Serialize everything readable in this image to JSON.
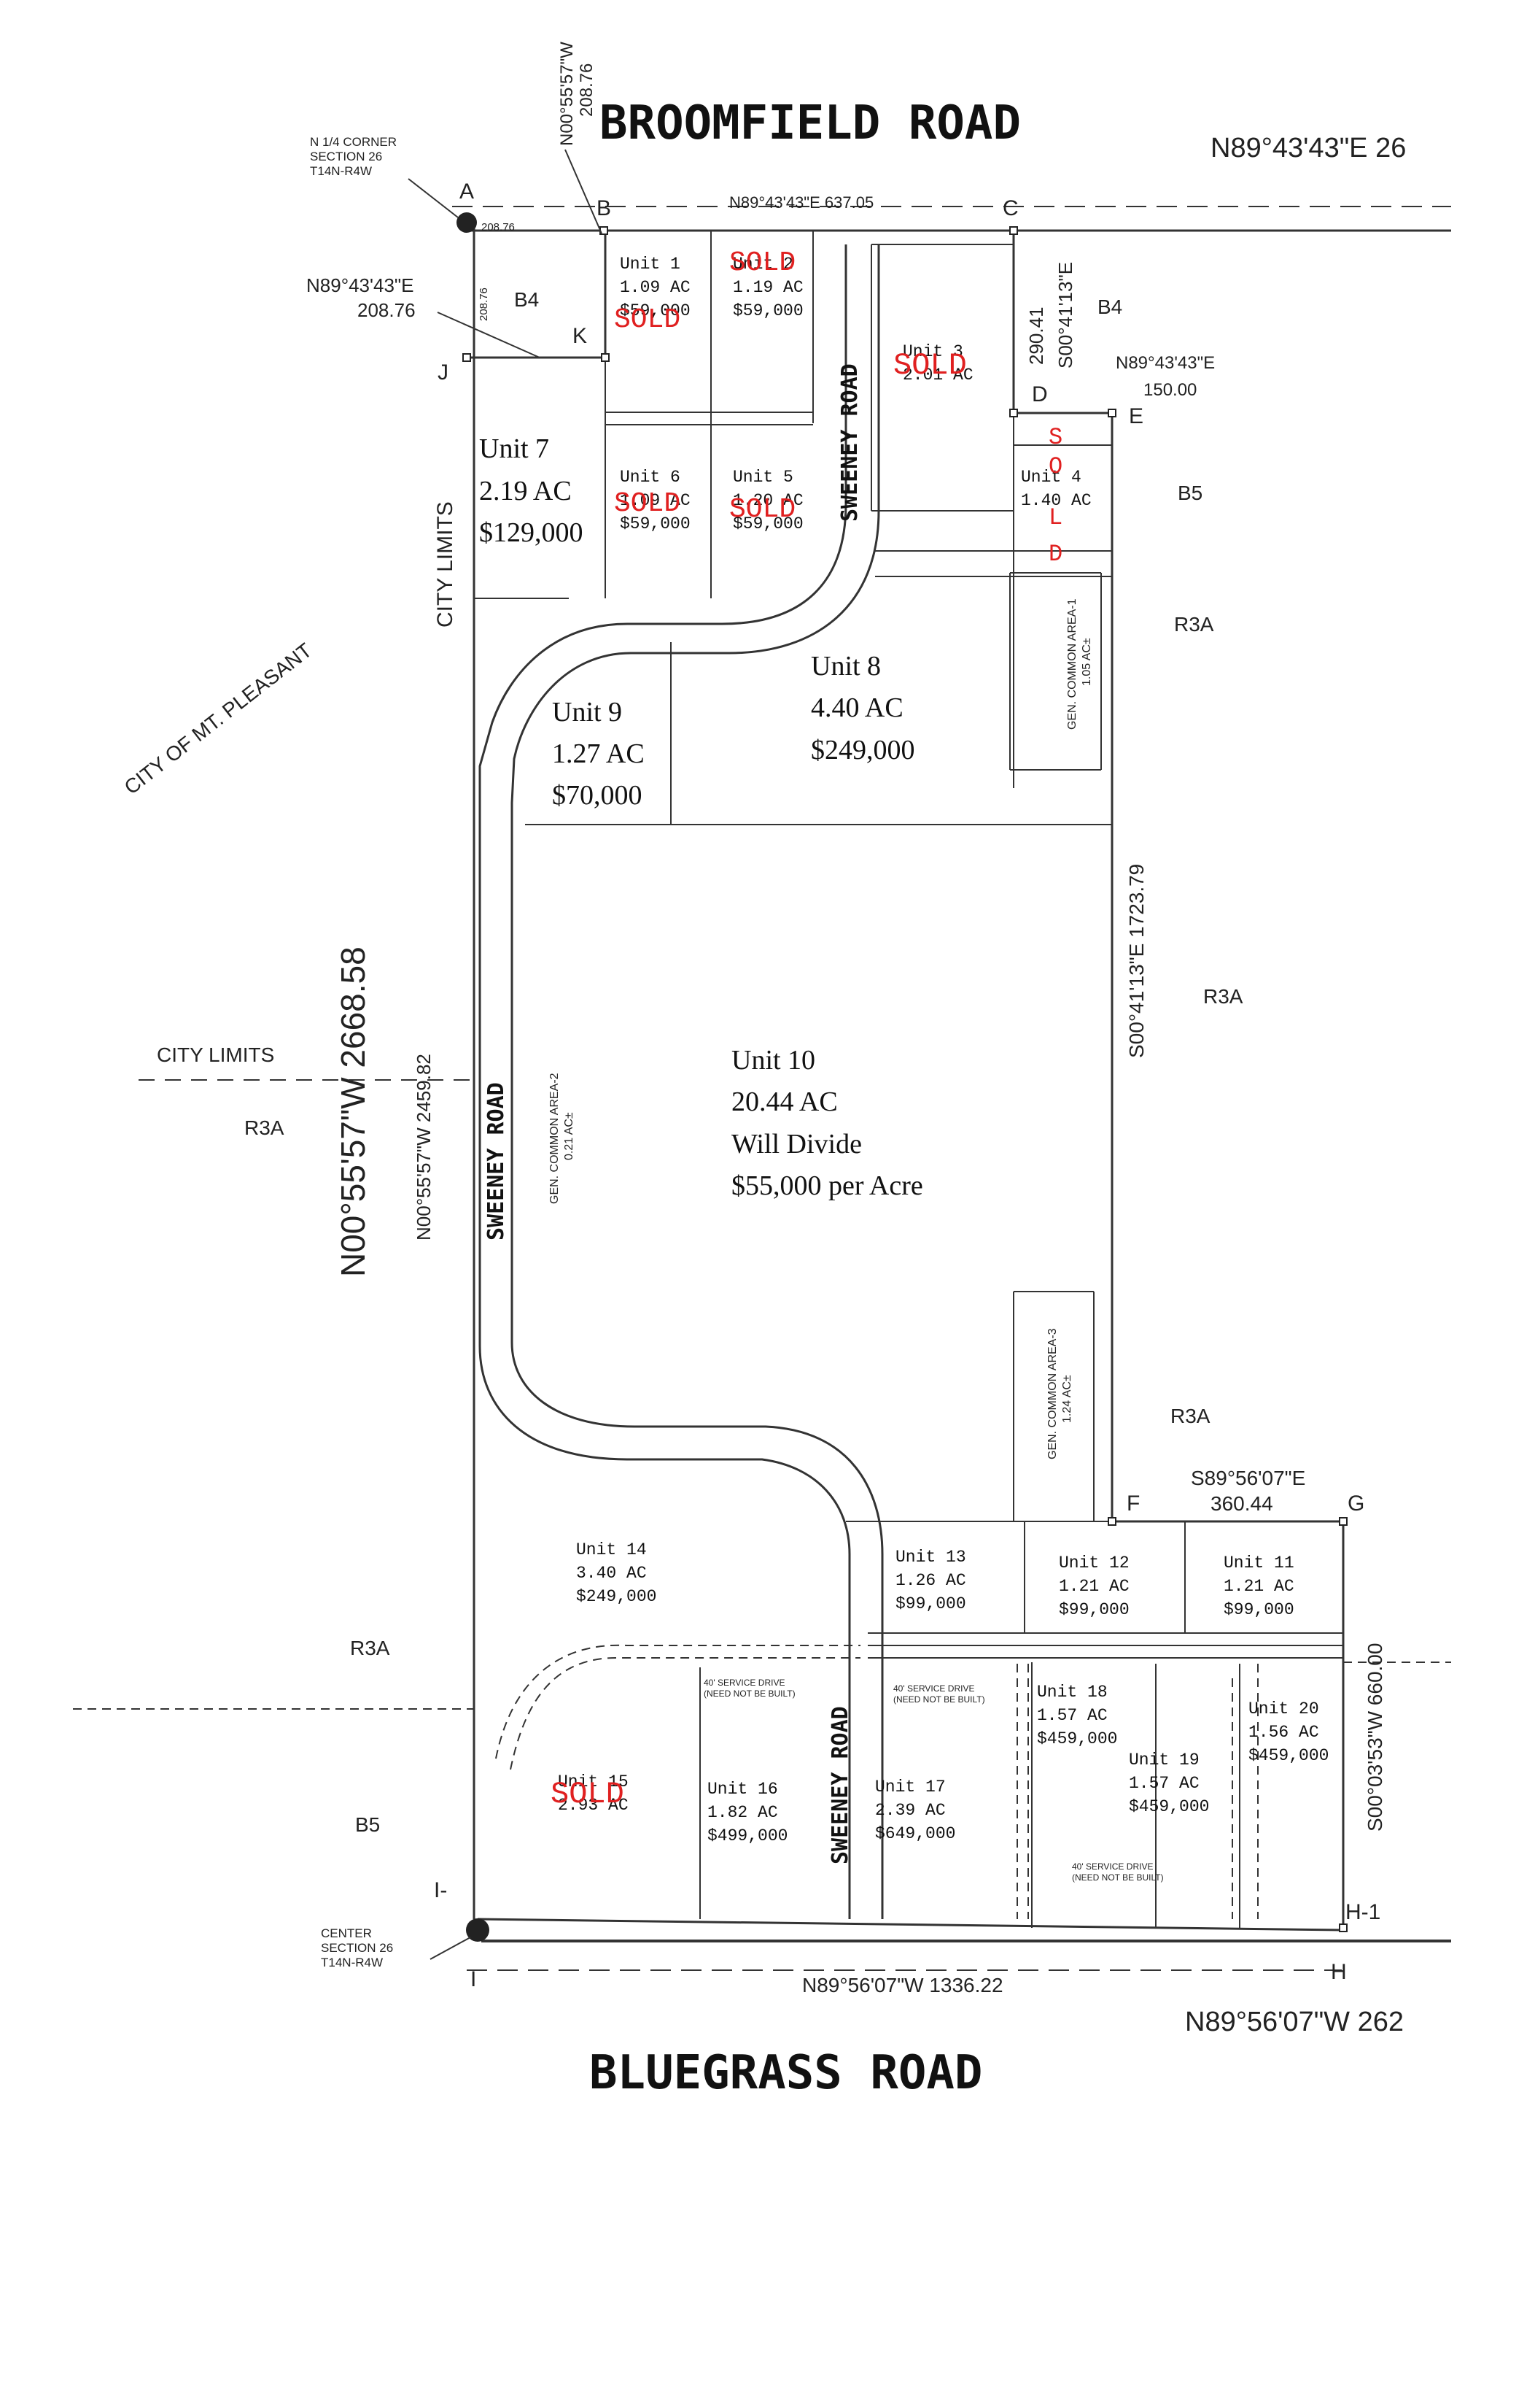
{
  "roads": {
    "north": "BROOMFIELD ROAD",
    "south": "BLUEGRASS ROAD",
    "sweeney": "SWEENEY ROAD"
  },
  "corners": {
    "a": "A",
    "b": "B",
    "c": "C",
    "d": "D",
    "e": "E",
    "f": "F",
    "g": "G",
    "h": "H",
    "h1": "H-1",
    "i": "I",
    "i_dash": "I-",
    "j": "J",
    "k": "K"
  },
  "survey_notes": {
    "quarter_corner": [
      "N 1/4 CORNER",
      "SECTION 26",
      "T14N-R4W"
    ],
    "center_section": [
      "CENTER",
      "SECTION 26",
      "T14N-R4W"
    ],
    "top_bearing": "N89°43'43\"E 26",
    "top_line": "N89°43'43\"E 637.05",
    "nw_bearing": "N89°43'43\"E",
    "nw_distance": "208.76",
    "bk_distance": "208.76",
    "top_call_vertical": [
      "N00°55'57\"W",
      "208.76"
    ],
    "jk_short": "208.76",
    "de_bearing": "N89°43'43\"E",
    "de_distance": "150.00",
    "cd_distance": "290.41",
    "cd_bearing": "S00°41'13\"E",
    "east_line": "S00°41'13\"E 1723.79",
    "west_long": "N00°55'57\"W 2668.58",
    "west_short": "N00°55'57\"W 2459.82",
    "fg_bearing": "S89°56'07\"E",
    "fg_distance": "360.44",
    "east_south": "S00°03'53\"W 660.00",
    "south_line": "N89°56'07\"W 1336.22",
    "bottom_bearing": "N89°56'07\"W 262"
  },
  "zoning": {
    "b4": "B4",
    "b5": "B5",
    "r3a": "R3A"
  },
  "jurisdiction": {
    "city_limits": "CITY LIMITS",
    "city_name": "CITY OF MT. PLEASANT"
  },
  "common_areas": {
    "a1": [
      "GEN. COMMON AREA-1",
      "1.05 AC±"
    ],
    "a2": [
      "GEN. COMMON AREA-2",
      "0.21 AC±"
    ],
    "a3": [
      "GEN. COMMON AREA-3",
      "1.24 AC±"
    ]
  },
  "service_drive": [
    "40' SERVICE DRIVE",
    "(NEED NOT BE BUILT)"
  ],
  "units": [
    {
      "id": "Unit 1",
      "acres": "1.09 AC",
      "price": "$59,000",
      "status": "SOLD"
    },
    {
      "id": "Unit 2",
      "acres": "1.19 AC",
      "price": "$59,000",
      "status": "SOLD"
    },
    {
      "id": "Unit 3",
      "acres": "2.01 AC",
      "price": "",
      "status": "SOLD"
    },
    {
      "id": "Unit 4",
      "acres": "1.40 AC",
      "price": "",
      "status": "SOLD"
    },
    {
      "id": "Unit 5",
      "acres": "1.20 AC",
      "price": "$59,000",
      "status": "SOLD"
    },
    {
      "id": "Unit 6",
      "acres": "1.09 AC",
      "price": "$59,000",
      "status": "SOLD"
    },
    {
      "id": "Unit 7",
      "acres": "2.19 AC",
      "price": "$129,000",
      "status": ""
    },
    {
      "id": "Unit 8",
      "acres": "4.40 AC",
      "price": "$249,000",
      "status": ""
    },
    {
      "id": "Unit 9",
      "acres": "1.27 AC",
      "price": "$70,000",
      "status": ""
    },
    {
      "id": "Unit 10",
      "acres": "20.44 AC",
      "note": "Will Divide",
      "price": "$55,000 per Acre",
      "status": ""
    },
    {
      "id": "Unit 11",
      "acres": "1.21 AC",
      "price": "$99,000",
      "status": ""
    },
    {
      "id": "Unit 12",
      "acres": "1.21 AC",
      "price": "$99,000",
      "status": ""
    },
    {
      "id": "Unit 13",
      "acres": "1.26 AC",
      "price": "$99,000",
      "status": ""
    },
    {
      "id": "Unit 14",
      "acres": "3.40 AC",
      "price": "$249,000",
      "status": ""
    },
    {
      "id": "Unit 15",
      "acres": "2.93 AC",
      "price": "",
      "status": "SOLD"
    },
    {
      "id": "Unit 16",
      "acres": "1.82 AC",
      "price": "$499,000",
      "status": ""
    },
    {
      "id": "Unit 17",
      "acres": "2.39 AC",
      "price": "$649,000",
      "status": ""
    },
    {
      "id": "Unit 18",
      "acres": "1.57 AC",
      "price": "$459,000",
      "status": ""
    },
    {
      "id": "Unit 19",
      "acres": "1.57 AC",
      "price": "$459,000",
      "status": ""
    },
    {
      "id": "Unit 20",
      "acres": "1.56 AC",
      "price": "$459,000",
      "status": ""
    }
  ],
  "sold_vertical": [
    "S",
    "O",
    "L",
    "D"
  ],
  "colors": {
    "sold": "#e02020",
    "ink": "#222222",
    "background": "#ffffff"
  }
}
